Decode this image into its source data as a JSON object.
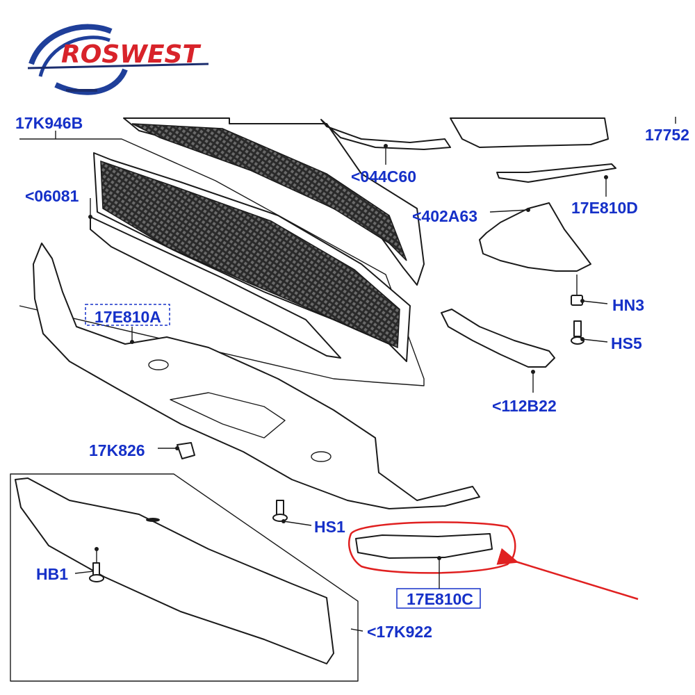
{
  "logo": {
    "text": "ROSWEST",
    "colors": {
      "blue": "#1f3f9a",
      "red": "#d8232a",
      "navy": "#1b2d6e"
    }
  },
  "callouts": {
    "c17K946B": "17K946B",
    "c044C60": "<044C60",
    "c17752": "17752",
    "c06081": "<06081",
    "c17E810D": "17E810D",
    "c402A63": "<402A63",
    "cHN3": "HN3",
    "cHS5": "HS5",
    "c17E810A": "17E810A",
    "c112B22": "<112B22",
    "c17K826": "17K826",
    "cHS1": "HS1",
    "cHB1": "HB1",
    "c17E810C": "17E810C",
    "c17K922": "<17K922"
  },
  "colors": {
    "callout": "#1530c8",
    "highlight": "#e02020",
    "line": "#1a1a1a"
  }
}
